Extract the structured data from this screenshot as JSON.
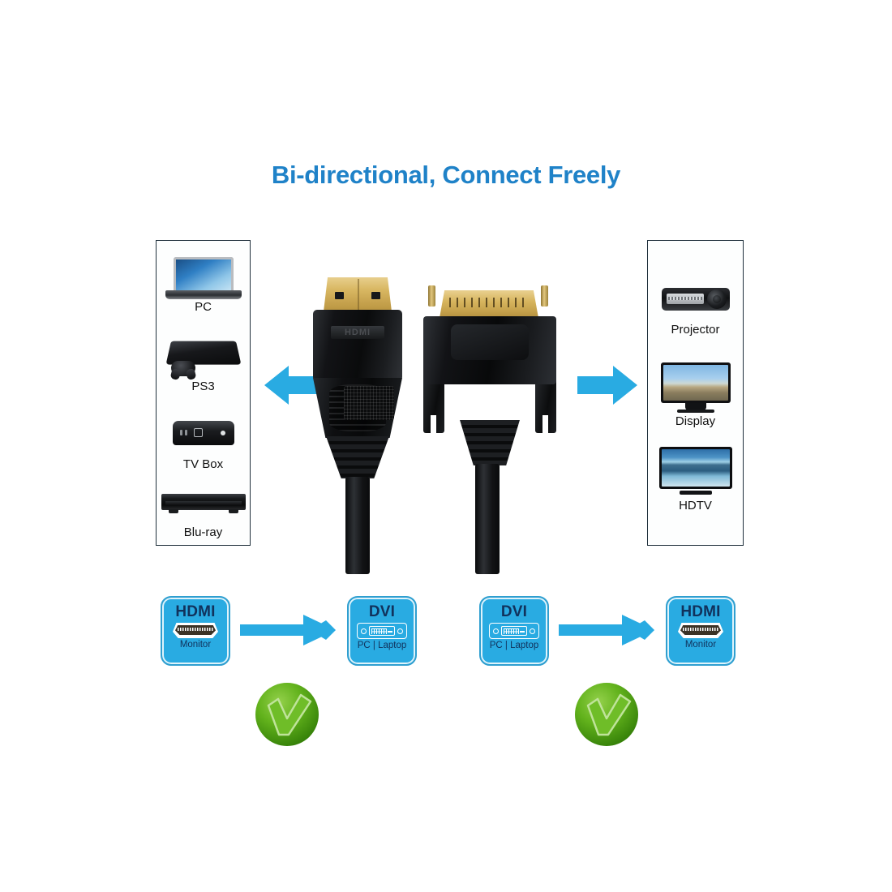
{
  "title": "Bi-directional, Connect Freely",
  "colors": {
    "accent_cyan": "#29ABE2",
    "title_blue": "#1f82c8",
    "badge_text": "#11325c",
    "panel_border": "#20303c",
    "check_green": "#4faa17"
  },
  "source_panel": {
    "name": "source-devices-panel",
    "devices": [
      {
        "label": "PC",
        "icon": "laptop-icon"
      },
      {
        "label": "PS3",
        "icon": "game-console-icon"
      },
      {
        "label": "TV Box",
        "icon": "set-top-box-icon"
      },
      {
        "label": "Blu-ray",
        "icon": "bluray-player-icon"
      }
    ]
  },
  "display_panel": {
    "name": "display-devices-panel",
    "devices": [
      {
        "label": "Projector",
        "icon": "projector-icon"
      },
      {
        "label": "Display",
        "icon": "monitor-icon"
      },
      {
        "label": "HDTV",
        "icon": "hdtv-icon"
      }
    ]
  },
  "direction_arrows": [
    {
      "name": "arrow-to-source",
      "direction": "left"
    },
    {
      "name": "arrow-to-display",
      "direction": "right"
    }
  ],
  "cable": {
    "hdmi_connector_label": "HDMI",
    "hdmi_name": "hdmi-connector",
    "dvi_name": "dvi-connector"
  },
  "flows": [
    {
      "from": {
        "type": "HDMI",
        "device": "Monitor",
        "port_icon": "hdmi-port-icon"
      },
      "to": {
        "type": "DVI",
        "device": "PC | Laptop",
        "port_icon": "dvi-port-icon"
      },
      "status_icon": "green-check-icon"
    },
    {
      "from": {
        "type": "DVI",
        "device": "PC | Laptop",
        "port_icon": "dvi-port-icon"
      },
      "to": {
        "type": "HDMI",
        "device": "Monitor",
        "port_icon": "hdmi-port-icon"
      },
      "status_icon": "green-check-icon"
    }
  ]
}
